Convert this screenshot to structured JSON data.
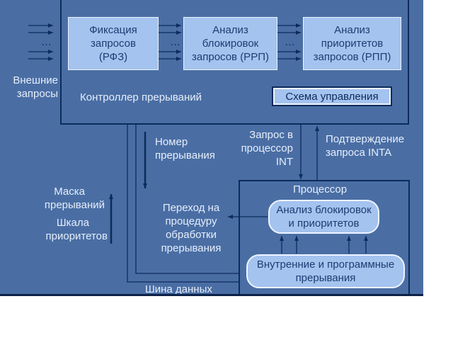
{
  "blocks": {
    "rfz": [
      "Фиксация",
      "запросов",
      "(РФЗ)"
    ],
    "rrp": [
      "Анализ",
      "блокировок",
      "запросов (РРП)"
    ],
    "rpp": [
      "Анализ",
      "приоритетов",
      "запросов (РПП)"
    ]
  },
  "controller_label": "Контроллер прерываний",
  "control_scheme": "Схема управления",
  "external_requests": [
    "Внешние",
    "запросы"
  ],
  "dots": "…",
  "interrupt_number": [
    "Номер",
    "прерывания"
  ],
  "request_to_cpu": [
    "Запрос в",
    "процессор",
    "INT"
  ],
  "ack": [
    "Подтверждение",
    "запроса  INTA"
  ],
  "mask": [
    "Маска",
    "прерываний"
  ],
  "priority_scale": [
    "Шкала",
    "приоритетов"
  ],
  "transition": [
    "Переход на",
    "процедуру",
    "обработки",
    "прерывания"
  ],
  "processor_label": "Процессор",
  "analysis_block": [
    "Анализ блокировок",
    "и приоритетов"
  ],
  "internal_block": [
    "Внутренние и программные",
    "прерывания"
  ],
  "data_bus": "Шина данных",
  "colors": {
    "background": "#4a6ea4",
    "block_fill": "#a4c3ee",
    "border_dark": "#0d2b5c",
    "label_light": "#e6eefb",
    "block_text": "#1e3c72"
  }
}
